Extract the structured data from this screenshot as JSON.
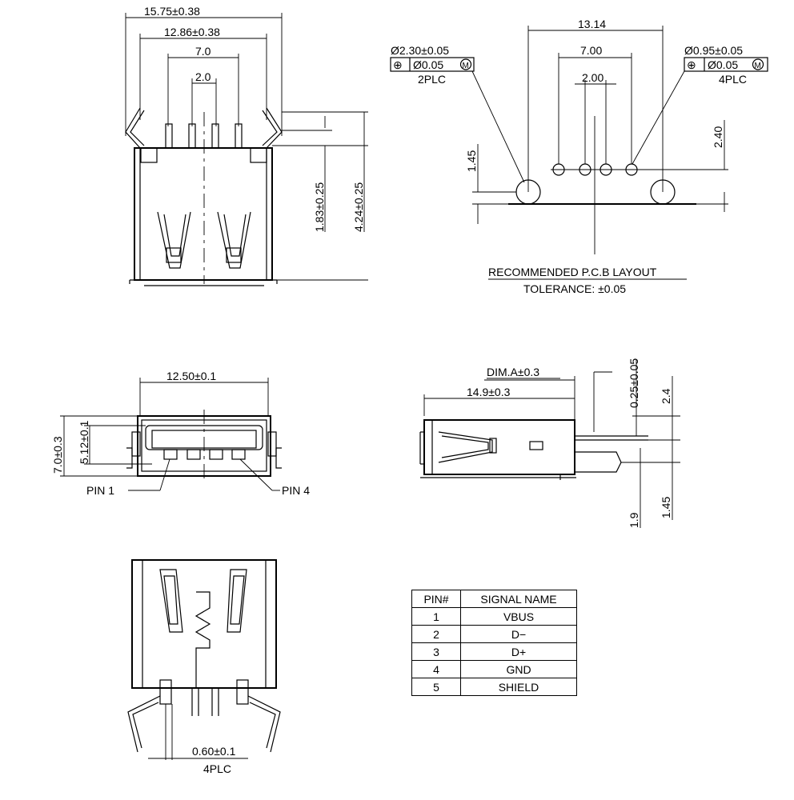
{
  "top_left_view": {
    "dim_overall_width": "15.75±0.38",
    "dim_inner_width": "12.86±0.38",
    "dim_pin_outer": "7.0",
    "dim_pin_inner": "2.0",
    "dim_height_short": "1.83±0.25",
    "dim_height_total": "4.24±0.25"
  },
  "pcb_layout": {
    "dim_hole_span": "13.14",
    "dim_pin_outer": "7.00",
    "dim_pin_inner": "2.00",
    "large_hole_dia": "Ø2.30±0.05",
    "large_hole_tol": "Ø0.05",
    "large_hole_qty": "2PLC",
    "small_hole_dia": "Ø0.95±0.05",
    "small_hole_tol": "Ø0.05",
    "small_hole_qty": "4PLC",
    "position_symbol": "⊕",
    "mmc_symbol": "M",
    "dim_vertical_left": "1.45",
    "dim_vertical_right": "2.40",
    "caption": "RECOMMENDED P.C.B LAYOUT",
    "tolerance": "TOLERANCE: ±0.05"
  },
  "front_view": {
    "dim_width": "12.50±0.1",
    "dim_height_outer": "7.0±0.3",
    "dim_height_inner": "5.12±0.1",
    "pin1_label": "PIN 1",
    "pin4_label": "PIN 4"
  },
  "side_view": {
    "dim_a": "DIM.A±0.3",
    "dim_depth": "14.9±0.3",
    "dim_thickness": "0.25±0.05",
    "dim_24": "2.4",
    "dim_19": "1.9",
    "dim_145": "1.45"
  },
  "bottom_view": {
    "dim_pin_width": "0.60±0.1",
    "pin_qty": "4PLC"
  },
  "pin_table": {
    "headers": [
      "PIN#",
      "SIGNAL NAME"
    ],
    "rows": [
      [
        "1",
        "VBUS"
      ],
      [
        "2",
        "D−"
      ],
      [
        "3",
        "D+"
      ],
      [
        "4",
        "GND"
      ],
      [
        "5",
        "SHIELD"
      ]
    ]
  }
}
